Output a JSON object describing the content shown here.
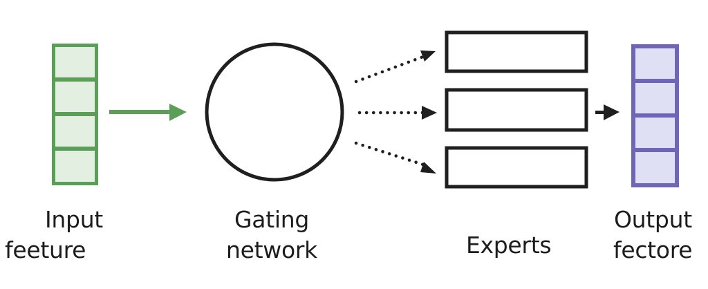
{
  "title": "Mixture of Experts diagram",
  "colors": {
    "input_border": "#5a9e57",
    "input_fill": "#e2efe1",
    "output_border": "#7066b8",
    "output_fill": "#dfe0f3",
    "stroke": "#1f1f1f",
    "input_arrow": "#5a9e57"
  },
  "nodes": {
    "input": {
      "label_line1": "Input",
      "label_line2": "feeture",
      "cells": 4
    },
    "gating": {
      "label_line1": "Gating",
      "label_line2": "network"
    },
    "experts": {
      "label": "Experts",
      "count": 3
    },
    "output": {
      "label_line1": "Output",
      "label_line2": "fectore",
      "cells": 4
    }
  },
  "edges": [
    {
      "from": "input",
      "to": "gating",
      "style": "solid",
      "color": "green"
    },
    {
      "from": "gating",
      "to": "expert-1",
      "style": "dotted"
    },
    {
      "from": "gating",
      "to": "expert-2",
      "style": "dotted"
    },
    {
      "from": "gating",
      "to": "expert-3",
      "style": "dotted"
    },
    {
      "from": "experts",
      "to": "output",
      "style": "solid"
    }
  ]
}
